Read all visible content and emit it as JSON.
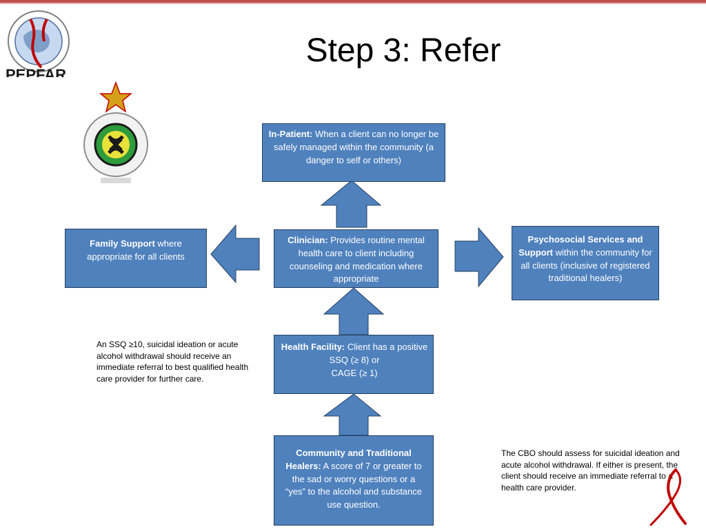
{
  "title": "Step 3:  Refer",
  "logos": {
    "pepfar_text": "PEPFAR",
    "phc_logo_icon": "primary-health-care-zimbabwe-emblem",
    "ribbon_icon": "red-ribbon"
  },
  "boxes": {
    "inpatient": {
      "label": "In-Patient:",
      "text": " When a client can no longer be safely managed within the community (a danger to self or others)"
    },
    "clinician": {
      "label": "Clinician:",
      "text": " Provides routine mental health care to client including counseling and medication where appropriate"
    },
    "family": {
      "label": "Family Support",
      "text": " where appropriate for all clients"
    },
    "psychosocial": {
      "label": "Psychosocial Services and Support",
      "text": " within the community for all clients (inclusive of registered traditional healers)"
    },
    "health_facility": {
      "label": "Health Facility:",
      "text": " Client has a positive SSQ (≥ 8) or",
      "text2": "CAGE (≥ 1)"
    },
    "community": {
      "label": "Community and Traditional Healers:",
      "text": " A score of 7 or greater to the sad or worry questions or a “yes” to the alcohol and substance use question."
    }
  },
  "notes": {
    "left": "An SSQ ≥10, suicidal ideation or acute alcohol withdrawal should receive an immediate referral to best qualified health care provider for further care.",
    "right": "The CBO should assess for suicidal ideation and acute alcohol withdrawal. If either is present, the client should receive an immediate referral to a health care provider."
  },
  "colors": {
    "box_fill": "#4f81bd",
    "box_border": "#243f60",
    "accent_red": "#c0504d"
  }
}
